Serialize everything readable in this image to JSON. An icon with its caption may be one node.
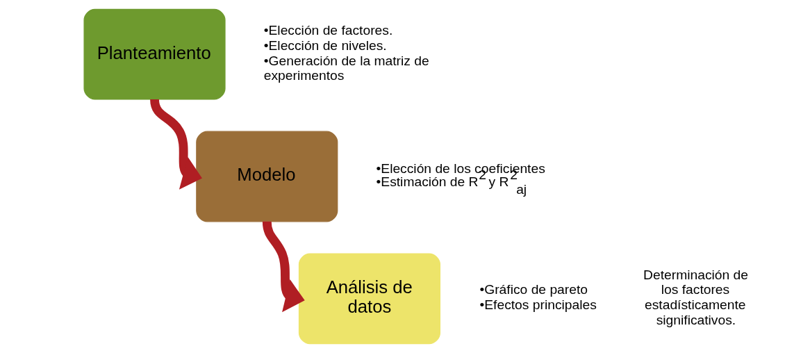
{
  "diagram": {
    "nodes": [
      {
        "text": [
          "Planteamiento"
        ],
        "beside": [
          "•Elección de factores.",
          "•Elección de niveles.",
          "•Generación de la matriz de experimentos"
        ]
      },
      {
        "text": [
          "Modelo"
        ],
        "beside": [
          "•Elección de los coeficientes",
          "•Estimación de R$^{2}$ y R$^{2}$$_{aj}$"
        ]
      },
      {
        "text": [
          "Análisis de datos"
        ],
        "beside": [
          "•Gráfico de pareto",
          "•Efectos principales"
        ]
      }
    ],
    "edges": [
      {
        "from": 0,
        "to": 1,
        "arrow": "to"
      },
      {
        "from": 1,
        "to": 2,
        "arrow": "to"
      }
    ],
    "labels": [
      "Determinación de los factores estadísticamente significativos."
    ]
  }
}
